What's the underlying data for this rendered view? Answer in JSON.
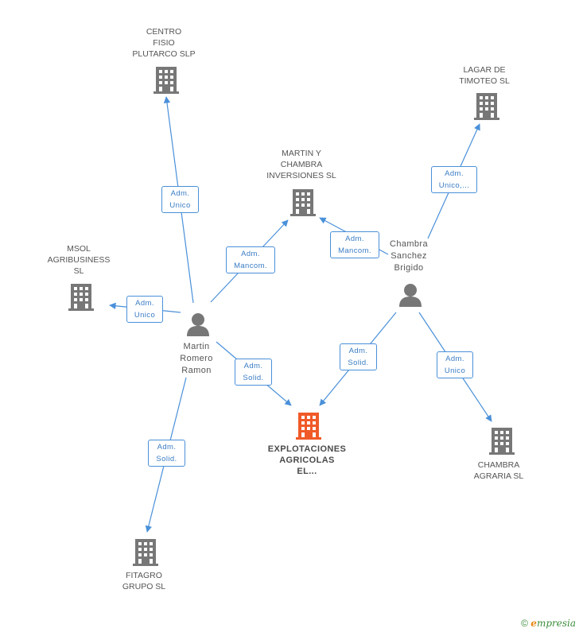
{
  "companies": {
    "centro_fisio": "CENTRO\nFISIO\nPLUTARCO SLP",
    "lagar_timoteo": "LAGAR DE\nTIMOTEO SL",
    "martin_chambra": "MARTIN Y\nCHAMBRA\nINVERSIONES SL",
    "msol": "MSOL\nAGRIBUSINESS\nSL",
    "explotaciones": "EXPLOTACIONES\nAGRICOLAS\nEL...",
    "chambra_agraria": "CHAMBRA\nAGRARIA  SL",
    "fitagro": "FITAGRO\nGRUPO SL"
  },
  "persons": {
    "martin_romero": "Martin\nRomero\nRamon",
    "chambra_sanchez": "Chambra\nSanchez\nBrigido"
  },
  "edges": {
    "mr_centro": "Adm.\nUnico",
    "mr_martin_chambra": "Adm.\nMancom.",
    "mr_msol": "Adm.\nUnico",
    "mr_explotaciones": "Adm.\nSolid.",
    "mr_fitagro": "Adm.\nSolid.",
    "cs_lagar": "Adm.\nUnico,...",
    "cs_martin_chambra": "Adm.\nMancom.",
    "cs_explotaciones": "Adm.\nSolid.",
    "cs_chambra_agraria": "Adm.\nUnico"
  },
  "footer": {
    "copyright": "©",
    "brand_e": "e",
    "brand_rest": "mpresia"
  },
  "colors": {
    "edge": "#4a90d9",
    "node_gray": "#777777",
    "node_main": "#f05a28"
  },
  "icons": {
    "company": "building-icon",
    "person": "person-icon",
    "copyright": "copyright-icon"
  }
}
